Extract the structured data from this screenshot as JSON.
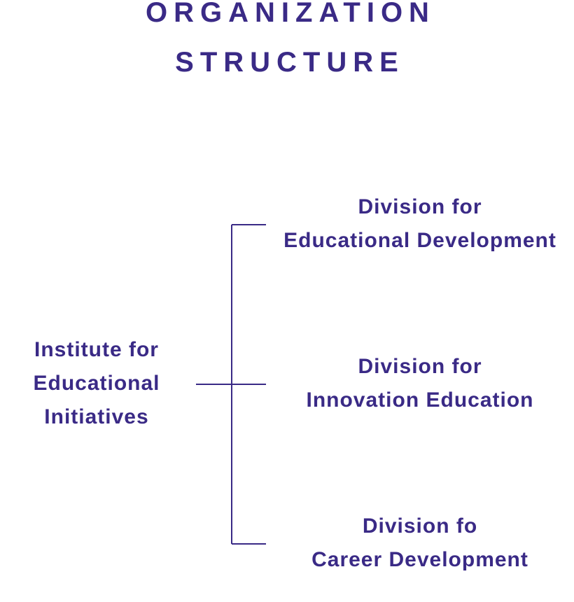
{
  "title": {
    "line1": "ORGANIZATION",
    "line2": "STRUCTURE"
  },
  "root": {
    "lines": [
      "Institute for",
      "Educational",
      "Initiatives"
    ]
  },
  "children": [
    {
      "lines": [
        "Division for",
        "Educational Development"
      ]
    },
    {
      "lines": [
        "Division for",
        "Innovation Education"
      ]
    },
    {
      "lines": [
        "Division fo",
        "Career Development"
      ]
    }
  ],
  "colors": {
    "primary": "#3a2a86",
    "background": "#ffffff"
  }
}
